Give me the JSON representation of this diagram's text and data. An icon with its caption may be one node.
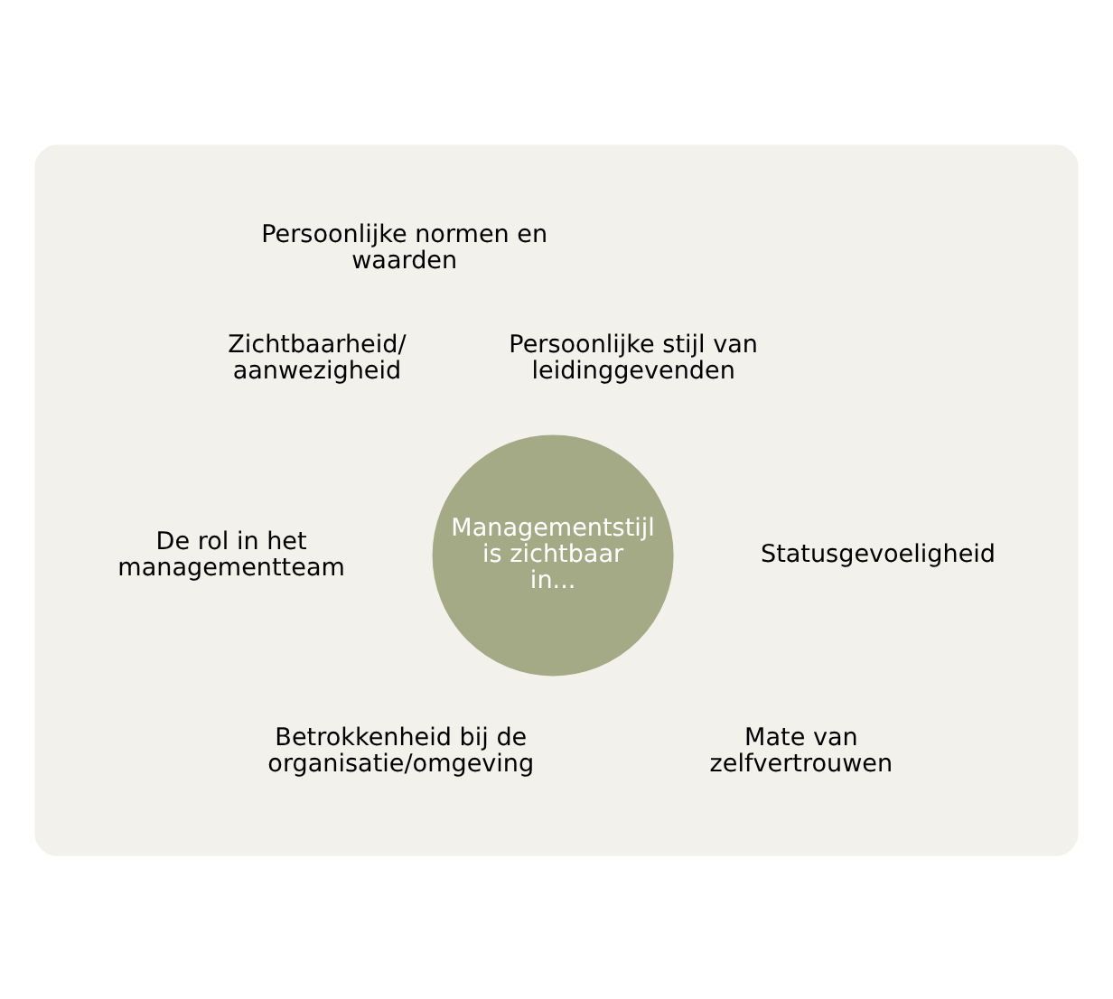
{
  "diagram": {
    "nodes": [
      {
        "text": [],
        "shape": "cloud"
      },
      {
        "text": [
          "Managementstijl is zichtbaar in..."
        ],
        "in": 0
      }
    ],
    "edges": [],
    "labels": [
      "Persoonlijke normen en waarden",
      "Zichtbaarheid/ aanwezigheid",
      "Persoonlijke stijl van leidinggevenden",
      "De rol in het managementteam",
      "Statusgevoeligheid",
      "Betrokkenheid bij de organisatie/omgeving",
      "Mate van zelfvertrouwen"
    ]
  }
}
